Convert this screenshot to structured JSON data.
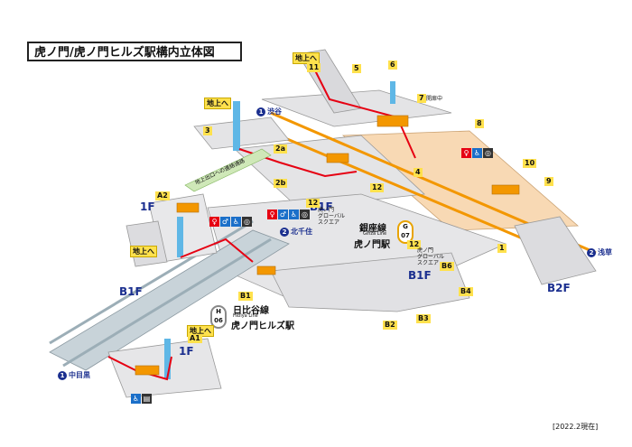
{
  "title": "虎ノ門/虎ノ門ヒルズ駅構内立体図",
  "date": "[2022.2現在]",
  "floors": {
    "f1_left": "1F",
    "b1f_left": "B1F",
    "b1f_center": "B1F",
    "b1f_lower": "B1F",
    "f1_lower": "1F",
    "b2f": "B2F"
  },
  "stations": {
    "ginza_name": "銀座線",
    "ginza_en": "Ginza Line",
    "ginza_station": "虎ノ門駅",
    "ginza_code_letter": "G",
    "ginza_code_num": "07",
    "hibiya_name": "日比谷線",
    "hibiya_en": "Hibiya Line",
    "hibiya_station": "虎ノ門ヒルズ駅",
    "hibiya_code_letter": "H",
    "hibiya_code_num": "06"
  },
  "directions": {
    "shibuya_num": "1",
    "shibuya": "渋谷",
    "kitasenju_num": "2",
    "kitasenju": "北千住",
    "asakusa_num": "2",
    "asakusa": "浅草",
    "nakameguro_num": "1",
    "nakameguro": "中目黒"
  },
  "exits": {
    "e11": "11",
    "e5": "5",
    "e6": "6",
    "e7": "7",
    "e7_note": "開扉中",
    "e8": "8",
    "e3": "3",
    "e2a": "2a",
    "e2b": "2b",
    "e4": "4",
    "e12a": "12",
    "e12b": "12",
    "e12c": "12",
    "e10": "10",
    "e9": "9",
    "e1": "1",
    "eA2": "A2",
    "eA1": "A1",
    "eB1": "B1",
    "eB2": "B2",
    "eB3": "B3",
    "eB4": "B4",
    "eB6": "B6"
  },
  "ground_labels": {
    "g1": "地上へ",
    "g2": "地上へ",
    "g3": "地上へ",
    "g4": "地上へ"
  },
  "notes": {
    "global_square_a": "虎ノ門\nグローバル\nスクエア",
    "global_square_b": "虎ノ門\nグローバル\nスクエア",
    "underground_passage": "地上出口への連絡通路"
  },
  "colors": {
    "ginza": "#f39700",
    "hibiya": "#9caeb7",
    "route": "#e60012",
    "floor_text": "#1b2f8f",
    "platform": "#f8d9b4"
  }
}
